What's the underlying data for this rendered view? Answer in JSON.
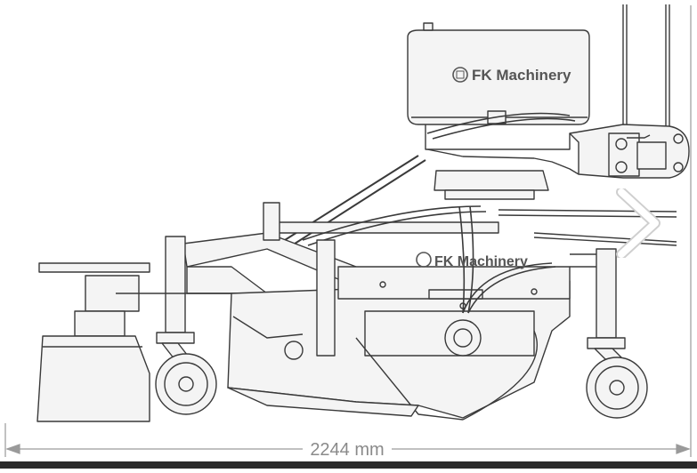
{
  "diagram": {
    "brand_top": "FK Machinery",
    "brand_frame": "FK Machinery",
    "dimension_label": "2244 mm"
  },
  "viewer": {
    "next_icon": "chevron-right-icon"
  },
  "colors": {
    "line": "#3a3a3a",
    "fill": "#f2f2f2",
    "dimension": "#9a9a9a",
    "arrow": "#ffffff"
  }
}
